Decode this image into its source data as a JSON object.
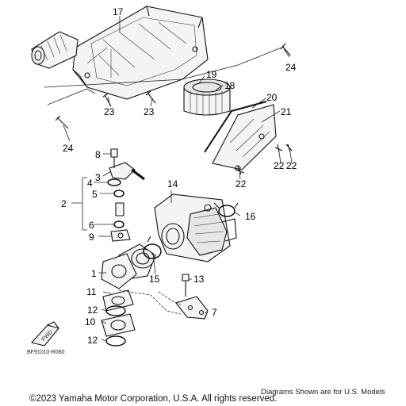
{
  "diagram_code": "BF91010-R060",
  "fwd_label": "FWD",
  "copyright": "©2023 Yamaha Motor Corporation, U.S.A. All rights reserved.",
  "disclaimer": "Diagrams Shown are for U.S. Models",
  "callouts": {
    "c1": "1",
    "c2": "2",
    "c3": "3",
    "c4": "4",
    "c5": "5",
    "c6": "6",
    "c7": "7",
    "c8": "8",
    "c9": "9",
    "c10": "10",
    "c11": "11",
    "c12a": "12",
    "c12b": "12",
    "c13": "13",
    "c14": "14",
    "c15": "15",
    "c16": "16",
    "c17": "17",
    "c18": "18",
    "c19": "19",
    "c20": "20",
    "c21": "21",
    "c22a": "22",
    "c22b": "22",
    "c22c": "22",
    "c23a": "23",
    "c23b": "23",
    "c24a": "24",
    "c24b": "24"
  }
}
